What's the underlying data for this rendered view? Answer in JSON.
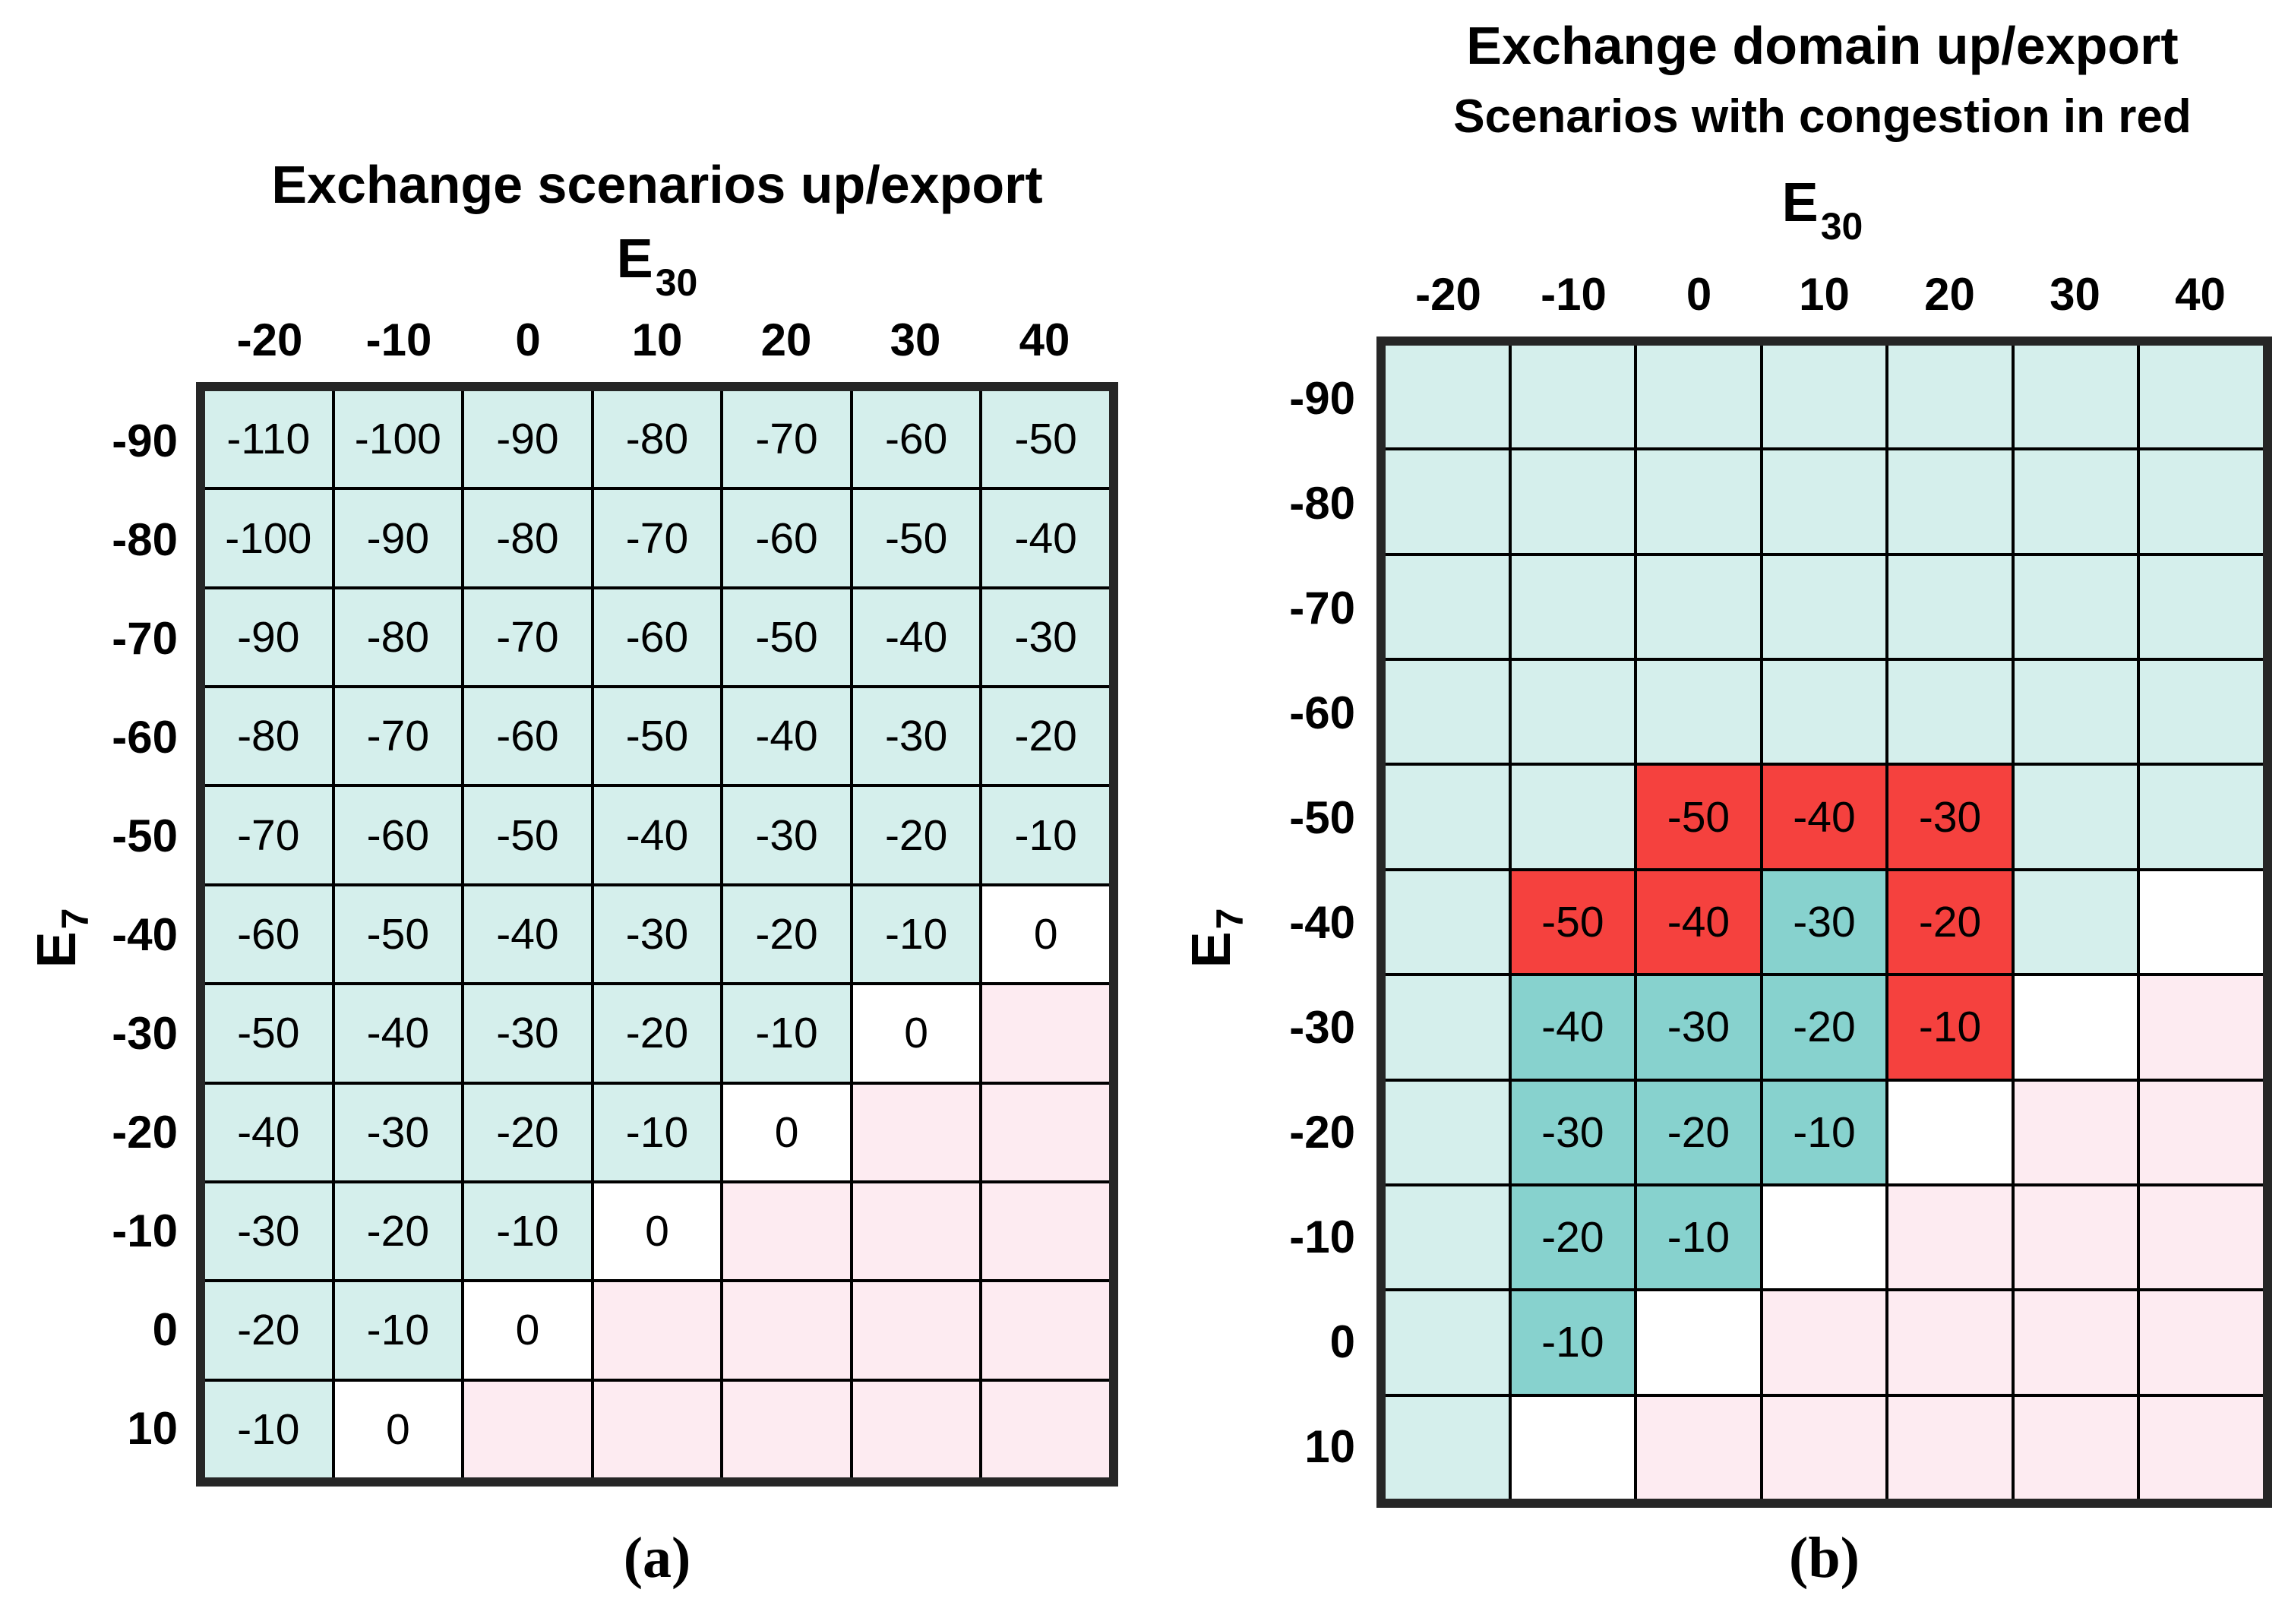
{
  "colors": {
    "cyan": "#d5efec",
    "teal": "#87d2ce",
    "red": "#f5413e",
    "pink": "#fdebf1",
    "white": "#ffffff",
    "grid_line": "#000000",
    "outer_border": "#262626",
    "text": "#000000"
  },
  "panels": [
    {
      "caption": "(a)",
      "title": "Exchange scenarios up/export",
      "x_label_base": "E",
      "x_label_sub": "30",
      "y_label_base": "E",
      "y_label_sub": "7",
      "col_headers": [
        "-20",
        "-10",
        "0",
        "10",
        "20",
        "30",
        "40"
      ],
      "row_headers": [
        "-90",
        "-80",
        "-70",
        "-60",
        "-50",
        "-40",
        "-30",
        "-20",
        "-10",
        "0",
        "10"
      ],
      "values": [
        [
          "-110",
          "-100",
          "-90",
          "-80",
          "-70",
          "-60",
          "-50"
        ],
        [
          "-100",
          "-90",
          "-80",
          "-70",
          "-60",
          "-50",
          "-40"
        ],
        [
          "-90",
          "-80",
          "-70",
          "-60",
          "-50",
          "-40",
          "-30"
        ],
        [
          "-80",
          "-70",
          "-60",
          "-50",
          "-40",
          "-30",
          "-20"
        ],
        [
          "-70",
          "-60",
          "-50",
          "-40",
          "-30",
          "-20",
          "-10"
        ],
        [
          "-60",
          "-50",
          "-40",
          "-30",
          "-20",
          "-10",
          "0"
        ],
        [
          "-50",
          "-40",
          "-30",
          "-20",
          "-10",
          "0",
          ""
        ],
        [
          "-40",
          "-30",
          "-20",
          "-10",
          "0",
          "",
          ""
        ],
        [
          "-30",
          "-20",
          "-10",
          "0",
          "",
          "",
          ""
        ],
        [
          "-20",
          "-10",
          "0",
          "",
          "",
          "",
          ""
        ],
        [
          "-10",
          "0",
          "",
          "",
          "",
          "",
          ""
        ]
      ],
      "cell_colors": [
        [
          "C",
          "C",
          "C",
          "C",
          "C",
          "C",
          "C"
        ],
        [
          "C",
          "C",
          "C",
          "C",
          "C",
          "C",
          "C"
        ],
        [
          "C",
          "C",
          "C",
          "C",
          "C",
          "C",
          "C"
        ],
        [
          "C",
          "C",
          "C",
          "C",
          "C",
          "C",
          "C"
        ],
        [
          "C",
          "C",
          "C",
          "C",
          "C",
          "C",
          "C"
        ],
        [
          "C",
          "C",
          "C",
          "C",
          "C",
          "C",
          "W"
        ],
        [
          "C",
          "C",
          "C",
          "C",
          "C",
          "W",
          "P"
        ],
        [
          "C",
          "C",
          "C",
          "C",
          "W",
          "P",
          "P"
        ],
        [
          "C",
          "C",
          "C",
          "W",
          "P",
          "P",
          "P"
        ],
        [
          "C",
          "C",
          "W",
          "P",
          "P",
          "P",
          "P"
        ],
        [
          "C",
          "W",
          "P",
          "P",
          "P",
          "P",
          "P"
        ]
      ]
    },
    {
      "caption": "(b)",
      "title": "Exchange domain up/export",
      "subtitle": "Scenarios with congestion in red",
      "x_label_base": "E",
      "x_label_sub": "30",
      "y_label_base": "E",
      "y_label_sub": "7",
      "col_headers": [
        "-20",
        "-10",
        "0",
        "10",
        "20",
        "30",
        "40"
      ],
      "row_headers": [
        "-90",
        "-80",
        "-70",
        "-60",
        "-50",
        "-40",
        "-30",
        "-20",
        "-10",
        "0",
        "10"
      ],
      "values": [
        [
          "",
          "",
          "",
          "",
          "",
          "",
          ""
        ],
        [
          "",
          "",
          "",
          "",
          "",
          "",
          ""
        ],
        [
          "",
          "",
          "",
          "",
          "",
          "",
          ""
        ],
        [
          "",
          "",
          "",
          "",
          "",
          "",
          ""
        ],
        [
          "",
          "",
          "-50",
          "-40",
          "-30",
          "",
          ""
        ],
        [
          "",
          "-50",
          "-40",
          "-30",
          "-20",
          "",
          ""
        ],
        [
          "",
          "-40",
          "-30",
          "-20",
          "-10",
          "",
          ""
        ],
        [
          "",
          "-30",
          "-20",
          "-10",
          "",
          "",
          ""
        ],
        [
          "",
          "-20",
          "-10",
          "",
          "",
          "",
          ""
        ],
        [
          "",
          "-10",
          "",
          "",
          "",
          "",
          ""
        ],
        [
          "",
          "",
          "",
          "",
          "",
          "",
          ""
        ]
      ],
      "cell_colors": [
        [
          "C",
          "C",
          "C",
          "C",
          "C",
          "C",
          "C"
        ],
        [
          "C",
          "C",
          "C",
          "C",
          "C",
          "C",
          "C"
        ],
        [
          "C",
          "C",
          "C",
          "C",
          "C",
          "C",
          "C"
        ],
        [
          "C",
          "C",
          "C",
          "C",
          "C",
          "C",
          "C"
        ],
        [
          "C",
          "C",
          "R",
          "R",
          "R",
          "C",
          "C"
        ],
        [
          "C",
          "R",
          "R",
          "T",
          "R",
          "C",
          "W"
        ],
        [
          "C",
          "T",
          "T",
          "T",
          "R",
          "W",
          "P"
        ],
        [
          "C",
          "T",
          "T",
          "T",
          "W",
          "P",
          "P"
        ],
        [
          "C",
          "T",
          "T",
          "W",
          "P",
          "P",
          "P"
        ],
        [
          "C",
          "T",
          "W",
          "P",
          "P",
          "P",
          "P"
        ],
        [
          "C",
          "W",
          "P",
          "P",
          "P",
          "P",
          "P"
        ]
      ]
    }
  ],
  "chart_data": [
    {
      "type": "heatmap",
      "title": "Exchange scenarios up/export",
      "xlabel": "E30",
      "ylabel": "E7",
      "x": [
        -20,
        -10,
        0,
        10,
        20,
        30,
        40
      ],
      "y": [
        -90,
        -80,
        -70,
        -60,
        -50,
        -40,
        -30,
        -20,
        -10,
        0,
        10
      ],
      "values": [
        [
          -110,
          -100,
          -90,
          -80,
          -70,
          -60,
          -50
        ],
        [
          -100,
          -90,
          -80,
          -70,
          -60,
          -50,
          -40
        ],
        [
          -90,
          -80,
          -70,
          -60,
          -50,
          -40,
          -30
        ],
        [
          -80,
          -70,
          -60,
          -50,
          -40,
          -30,
          -20
        ],
        [
          -70,
          -60,
          -50,
          -40,
          -30,
          -20,
          -10
        ],
        [
          -60,
          -50,
          -40,
          -30,
          -20,
          -10,
          0
        ],
        [
          -50,
          -40,
          -30,
          -20,
          -10,
          0,
          null
        ],
        [
          -40,
          -30,
          -20,
          -10,
          0,
          null,
          null
        ],
        [
          -30,
          -20,
          -10,
          0,
          null,
          null,
          null
        ],
        [
          -20,
          -10,
          0,
          null,
          null,
          null,
          null
        ],
        [
          -10,
          0,
          null,
          null,
          null,
          null,
          null
        ]
      ],
      "color_legend": {
        "cyan": "negative sum scenario (value shown)",
        "white": "zero sum",
        "pink": "positive sum, no value shown"
      },
      "grid": true,
      "legend_position": "none"
    },
    {
      "type": "heatmap",
      "title": "Exchange domain up/export",
      "subtitle": "Scenarios with congestion in red",
      "xlabel": "E30",
      "ylabel": "E7",
      "x": [
        -20,
        -10,
        0,
        10,
        20,
        30,
        40
      ],
      "y": [
        -90,
        -80,
        -70,
        -60,
        -50,
        -40,
        -30,
        -20,
        -10,
        0,
        10
      ],
      "values": [
        [
          null,
          null,
          null,
          null,
          null,
          null,
          null
        ],
        [
          null,
          null,
          null,
          null,
          null,
          null,
          null
        ],
        [
          null,
          null,
          null,
          null,
          null,
          null,
          null
        ],
        [
          null,
          null,
          null,
          null,
          null,
          null,
          null
        ],
        [
          null,
          null,
          -50,
          -40,
          -30,
          null,
          null
        ],
        [
          null,
          -50,
          -40,
          -30,
          -20,
          null,
          null
        ],
        [
          null,
          -40,
          -30,
          -20,
          -10,
          null,
          null
        ],
        [
          null,
          -30,
          -20,
          -10,
          null,
          null,
          null
        ],
        [
          null,
          -20,
          -10,
          null,
          null,
          null,
          null
        ],
        [
          null,
          -10,
          null,
          null,
          null,
          null,
          null
        ],
        [
          null,
          null,
          null,
          null,
          null,
          null,
          null
        ]
      ],
      "cell_states": [
        [
          "cyan",
          "cyan",
          "cyan",
          "cyan",
          "cyan",
          "cyan",
          "cyan"
        ],
        [
          "cyan",
          "cyan",
          "cyan",
          "cyan",
          "cyan",
          "cyan",
          "cyan"
        ],
        [
          "cyan",
          "cyan",
          "cyan",
          "cyan",
          "cyan",
          "cyan",
          "cyan"
        ],
        [
          "cyan",
          "cyan",
          "cyan",
          "cyan",
          "cyan",
          "cyan",
          "cyan"
        ],
        [
          "cyan",
          "cyan",
          "red",
          "red",
          "red",
          "cyan",
          "cyan"
        ],
        [
          "cyan",
          "red",
          "red",
          "teal",
          "red",
          "cyan",
          "white"
        ],
        [
          "cyan",
          "teal",
          "teal",
          "teal",
          "red",
          "white",
          "pink"
        ],
        [
          "cyan",
          "teal",
          "teal",
          "teal",
          "white",
          "pink",
          "pink"
        ],
        [
          "cyan",
          "teal",
          "teal",
          "white",
          "pink",
          "pink",
          "pink"
        ],
        [
          "cyan",
          "teal",
          "white",
          "pink",
          "pink",
          "pink",
          "pink"
        ],
        [
          "cyan",
          "white",
          "pink",
          "pink",
          "pink",
          "pink",
          "pink"
        ]
      ],
      "color_legend": {
        "red": "scenario with congestion",
        "teal": "scenario in exchange domain without congestion",
        "cyan": "no value",
        "white": "zero",
        "pink": "outside domain"
      },
      "grid": true,
      "legend_position": "none"
    }
  ]
}
